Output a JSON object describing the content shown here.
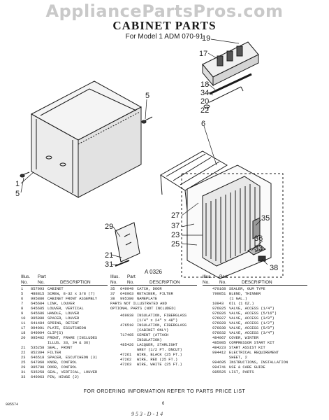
{
  "watermark": "AppliancePartsPros.com",
  "title": "CABINET PARTS",
  "subtitle": "For Model 1 ADM 070-91",
  "figure_id": "A 0326",
  "callouts": {
    "c19": "19",
    "c17": "17",
    "c18": "18",
    "c34": "34",
    "c20": "20",
    "c22": "22",
    "c6": "6",
    "c5a": "5",
    "c1": "1",
    "c5b": "5",
    "c29": "29",
    "c21": "21",
    "c31": "31",
    "c27": "27",
    "c37": "37",
    "c23": "23",
    "c25": "25",
    "c35": "35",
    "c36": "36",
    "c33": "33",
    "c38": "38"
  },
  "table_headers": {
    "illus": "Illus.",
    "part": "Part",
    "no": "No.",
    "no2": "No.",
    "description": "DESCRIPTION"
  },
  "parts_col1": [
    {
      "illus": "1",
      "part": "857093",
      "desc": "CABINET"
    },
    {
      "illus": "5",
      "part": "488815",
      "desc": "SCREW, 8-32 x 3/8 (7)"
    },
    {
      "illus": "6",
      "part": "995880",
      "desc": "CABINET FRONT ASSEMBLY"
    },
    {
      "illus": "7",
      "part": "645684",
      "desc": "LINK, LOUVER"
    },
    {
      "illus": "8",
      "part": "645685",
      "desc": "LOUVER, VERTICAL"
    },
    {
      "illus": "9",
      "part": "645686",
      "desc": "HANDLE, LOUVER"
    },
    {
      "illus": "10",
      "part": "995880",
      "desc": "SPACER, LOUVER"
    },
    {
      "illus": "11",
      "part": "641484",
      "desc": "SPRING, DETENT"
    },
    {
      "illus": "17",
      "part": "994091",
      "desc": "PLATE, ESCUTCHEON"
    },
    {
      "illus": "18",
      "part": "649994",
      "desc": "CLIP(S)"
    },
    {
      "illus": "20",
      "part": "995402",
      "desc": "FRONT, FRAME (INCLUDES"
    },
    {
      "illus": "",
      "part": "",
      "desc": "ILLUS. 33, 34 & 36)"
    },
    {
      "illus": "21",
      "part": "535258",
      "desc": "SEAL, FRONT"
    },
    {
      "illus": "22",
      "part": "852394",
      "desc": "FILTER"
    },
    {
      "illus": "23",
      "part": "646518",
      "desc": "SPACER, ESCUTCHEON (3)"
    },
    {
      "illus": "25",
      "part": "647060",
      "desc": "KNOB, CONTROL"
    },
    {
      "illus": "29",
      "part": "995790",
      "desc": "DOOR, CONTROL"
    },
    {
      "illus": "31",
      "part": "535258",
      "desc": "SEAL, VERTICAL, LOUVER"
    },
    {
      "illus": "33",
      "part": "649963",
      "desc": "PIN, HINGE (2)"
    }
  ],
  "parts_col2": [
    {
      "illus": "35",
      "part": "649949",
      "desc": "CATCH, DOOR"
    },
    {
      "illus": "37",
      "part": "646963",
      "desc": "RETAINER, FILTER"
    },
    {
      "illus": "38",
      "part": "995380",
      "desc": "NAMEPLATE"
    }
  ],
  "col2_note": [
    "PARTS NOT ILLUSTRATED AND",
    "OPTIONAL PARTS (NOT INCLUDED)"
  ],
  "parts_col2b": [
    {
      "illus": "",
      "part": "469038",
      "desc": "INSULATION, FIBERGLASS"
    },
    {
      "illus": "",
      "part": "",
      "desc": "(1/4\" x 24\" x 48\")"
    },
    {
      "illus": "",
      "part": "476510",
      "desc": "INSULATION, FIBERGLASS"
    },
    {
      "illus": "",
      "part": "",
      "desc": "(CABINET ONLY)"
    },
    {
      "illus": "",
      "part": "717405",
      "desc": "CEMENT (ATTACH"
    },
    {
      "illus": "",
      "part": "",
      "desc": "INSULATION)"
    },
    {
      "illus": "",
      "part": "485426",
      "desc": "LACQUER, STARLIGHT"
    },
    {
      "illus": "",
      "part": "",
      "desc": "GREY (1/2 PT. DNCUT)"
    },
    {
      "illus": "",
      "part": "47261",
      "desc": "WIRE, BLACK (25 FT.)"
    },
    {
      "illus": "",
      "part": "47262",
      "desc": "WIRE, RED (25 FT.)"
    },
    {
      "illus": "",
      "part": "47263",
      "desc": "WIRE, WHITE (25 FT.)"
    }
  ],
  "parts_col3": [
    {
      "illus": "",
      "part": "470168",
      "desc": "SEALER, GUM TYPE"
    },
    {
      "illus": "",
      "part": "799851",
      "desc": "BLEND, THINNER"
    },
    {
      "illus": "",
      "part": "",
      "desc": "(1 GAL.)"
    },
    {
      "illus": "",
      "part": "10943",
      "desc": "OIL (1 OZ.)"
    },
    {
      "illus": "",
      "part": "976025",
      "desc": "VALVE, ACCESS (1/4\")"
    },
    {
      "illus": "",
      "part": "976026",
      "desc": "VALVE, ACCESS (5/16\")"
    },
    {
      "illus": "",
      "part": "976027",
      "desc": "VALVE, ACCESS (3/8\")"
    },
    {
      "illus": "",
      "part": "976028",
      "desc": "VALVE, ACCESS (1/2\")"
    },
    {
      "illus": "",
      "part": "976030",
      "desc": "VALVE, ACCESS (5/8\")"
    },
    {
      "illus": "",
      "part": "976032",
      "desc": "VALVE, ACCESS (3/4\")"
    },
    {
      "illus": "",
      "part": "484067",
      "desc": "COVER, WINTER"
    },
    {
      "illus": "",
      "part": "485985",
      "desc": "COMPRESSOR START KIT"
    },
    {
      "illus": "",
      "part": "484223",
      "desc": "START ASSIST KIT"
    },
    {
      "illus": "",
      "part": "994412",
      "desc": "ELECTRICAL REQUIREMENT"
    },
    {
      "illus": "",
      "part": "",
      "desc": "SHEET, 2"
    },
    {
      "illus": "",
      "part": "994695",
      "desc": "INSTRUCTIONS, INSTALLATION"
    },
    {
      "illus": "",
      "part": "994741",
      "desc": "USE & CARE GUIDE"
    },
    {
      "illus": "",
      "part": "985525",
      "desc": "LIST, PARTS"
    }
  ],
  "footer": "FOR ORDERING INFORMATION REFER TO PARTS PRICE LIST",
  "doc_code": "985574",
  "page_number": "6",
  "handwritten": "9 5 3 - D - 1 4"
}
